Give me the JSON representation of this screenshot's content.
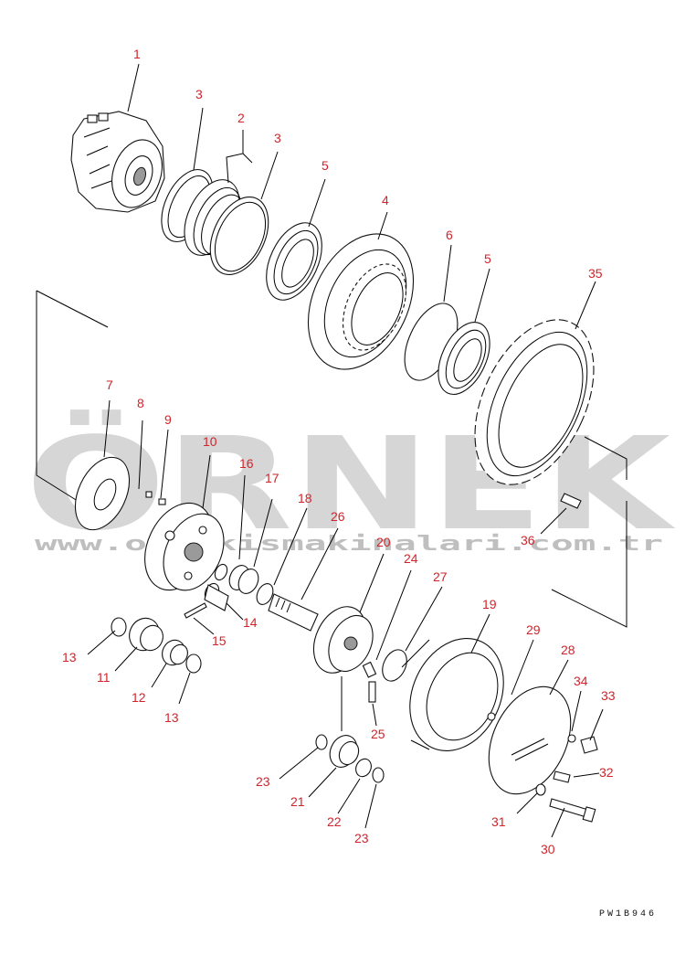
{
  "drawing_code": "PW1B946",
  "watermark": {
    "brand": "ÖRNEK",
    "url": "www.ornekismakinalari.com.tr"
  },
  "labels": {
    "n1": "1",
    "n2": "2",
    "n3a": "3",
    "n3b": "3",
    "n4": "4",
    "n5a": "5",
    "n5b": "5",
    "n6": "6",
    "n35": "35",
    "n7": "7",
    "n8": "8",
    "n9": "9",
    "n10": "10",
    "n16": "16",
    "n17": "17",
    "n18": "18",
    "n26": "26",
    "n20": "20",
    "n24": "24",
    "n27": "27",
    "n19": "19",
    "n29": "29",
    "n28": "28",
    "n34": "34",
    "n33": "33",
    "n32": "32",
    "n31": "31",
    "n30": "30",
    "n36": "36",
    "n13a": "13",
    "n11": "11",
    "n12": "12",
    "n13b": "13",
    "n14": "14",
    "n15": "15",
    "n25": "25",
    "n23a": "23",
    "n21": "21",
    "n22": "22",
    "n23b": "23"
  }
}
